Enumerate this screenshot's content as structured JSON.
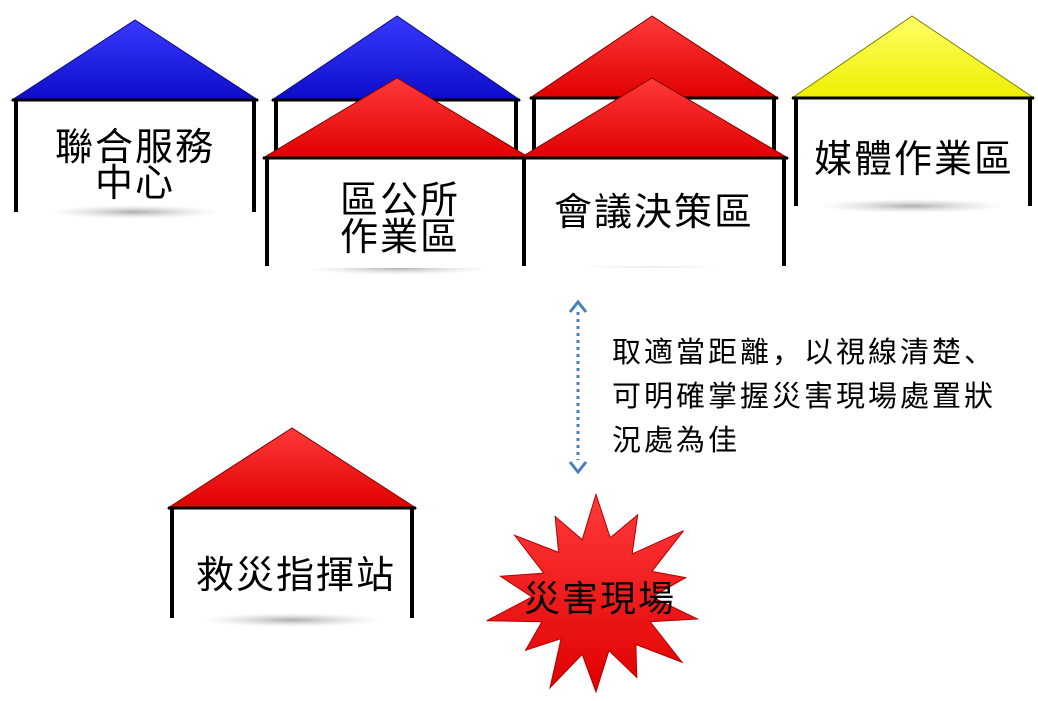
{
  "tents": {
    "joint_service": {
      "roof_color": "#1414e0",
      "lines": [
        "聯合服務",
        "中心"
      ]
    },
    "district_office": {
      "roof_color": "#ff0d0d",
      "lines": [
        "區公所",
        "作業區"
      ]
    },
    "meeting_decision": {
      "roof_color": "#ff0d0d",
      "lines": [
        "會議決策區"
      ]
    },
    "media": {
      "roof_color": "#ffff1a",
      "lines": [
        "媒體作業區"
      ]
    },
    "rescue_command": {
      "roof_color": "#ff0d0d",
      "lines": [
        "救災指揮站"
      ]
    },
    "back_left": {
      "roof_color": "#1414e0"
    },
    "back_right": {
      "roof_color": "#ff0d0d"
    }
  },
  "disaster_scene": {
    "label": "災害現場",
    "color": "#ff0d0d"
  },
  "arrow": {
    "color": "#4a7ebb"
  },
  "note": {
    "lines": [
      "取適當距離，以視線清楚、",
      "可明確掌握災害現場處置狀",
      "況處為佳"
    ]
  }
}
